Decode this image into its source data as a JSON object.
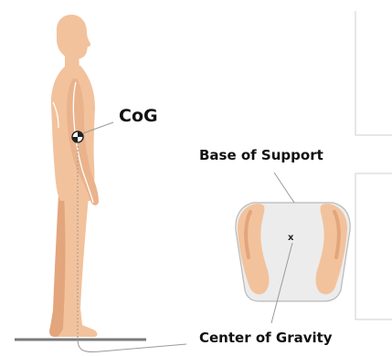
{
  "labels": {
    "cog": "CoG",
    "base_of_support": "Base of Support",
    "center_of_gravity": "Center of Gravity",
    "cg_marker": "x"
  },
  "colors": {
    "skin": "#f2c29c",
    "skin_shade": "#e3a57c",
    "base_plate": "#ececec",
    "base_outline": "#b9b9b9",
    "ground": "#7a7a7a",
    "leader": "#9a9a9a",
    "panel_border": "#cfcfcf",
    "text": "#111111"
  }
}
